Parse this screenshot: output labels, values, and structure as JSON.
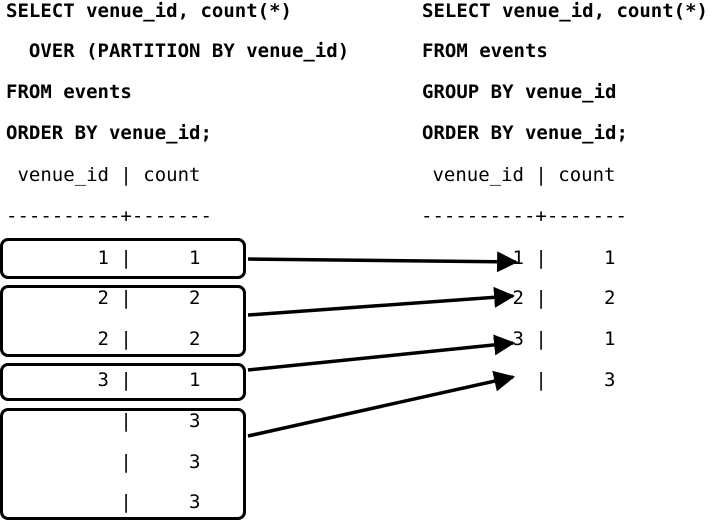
{
  "left_query": [
    "SELECT venue_id, count(*)",
    "  OVER (PARTITION BY venue_id)",
    "FROM events",
    "ORDER BY venue_id;"
  ],
  "right_query": [
    "SELECT venue_id, count(*)",
    "FROM events",
    "GROUP BY venue_id",
    "ORDER BY venue_id;"
  ],
  "left_result": {
    "header": " venue_id | count",
    "divider": "----------+-------",
    "rows": [
      "        1 |     1",
      "        2 |     2",
      "        2 |     2",
      "        3 |     1",
      "          |     3",
      "          |     3",
      "          |     3"
    ]
  },
  "right_result": {
    "header": " venue_id | count",
    "divider": "----------+-------",
    "rows": [
      "        1 |     1",
      "        2 |     2",
      "        3 |     1",
      "          |     3"
    ]
  }
}
